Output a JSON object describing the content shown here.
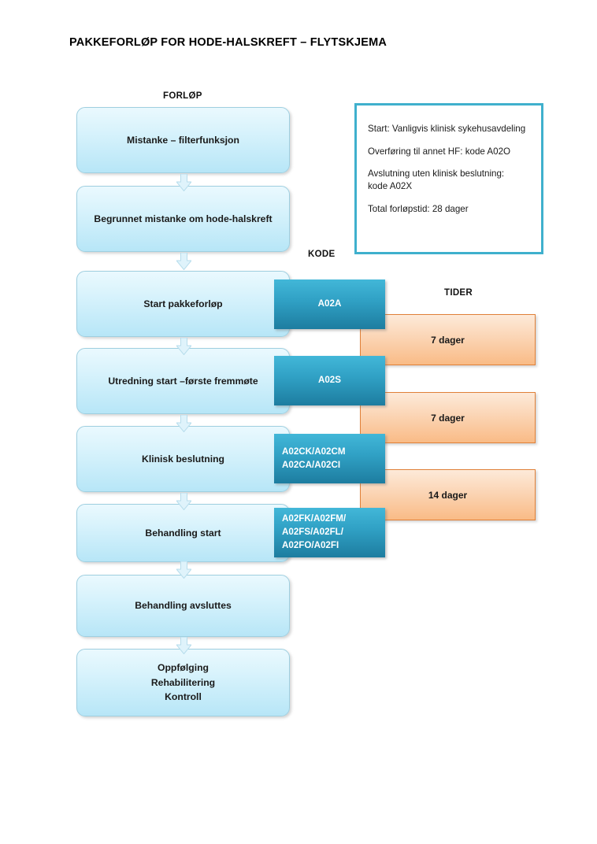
{
  "title": "PAKKEFORLØP FOR HODE-HALSKREFT – FLYTSKJEMA",
  "columns": {
    "forlop": "FORLØP",
    "kode": "KODE",
    "tider": "TIDER"
  },
  "colors": {
    "flow_box_fill_top": "#eaf9fe",
    "flow_box_fill_bottom": "#b7e6f7",
    "flow_box_border": "#9fcfe0",
    "code_box_fill_top": "#42b7d8",
    "code_box_fill_bottom": "#1d7da0",
    "code_box_text": "#ffffff",
    "time_box_fill_top": "#fdead9",
    "time_box_fill_bottom": "#f9bb86",
    "time_box_border": "#e08038",
    "info_box_border": "#3fb0cd",
    "arrow_fill": "#d9f1fa"
  },
  "flow_steps": [
    {
      "label": "Mistanke – filterfunksjon"
    },
    {
      "label": "Begrunnet mistanke om hode-halskreft"
    },
    {
      "label": "Start pakkeforløp"
    },
    {
      "label": "Utredning start –første fremmøte"
    },
    {
      "label": "Klinisk beslutning"
    },
    {
      "label": "Behandling start"
    },
    {
      "label": "Behandling avsluttes"
    },
    {
      "label": "Oppfølging\nRehabilitering\nKontroll"
    }
  ],
  "codes": [
    {
      "label": "A02A",
      "align": "center"
    },
    {
      "label": "A02S",
      "align": "center"
    },
    {
      "label": "A02CK/A02CM\nA02CA/A02CI",
      "align": "left"
    },
    {
      "label": "A02FK/A02FM/\nA02FS/A02FL/\nA02FO/A02FI",
      "align": "left"
    }
  ],
  "times": [
    {
      "label": "7 dager"
    },
    {
      "label": "7 dager"
    },
    {
      "label": "14 dager"
    }
  ],
  "info_box": {
    "lines": [
      "Start: Vanligvis klinisk sykehusavdeling",
      "Overføring til annet HF: kode A02O",
      "Avslutning uten klinisk beslutning:\nkode A02X",
      "Total forløpstid: 28 dager"
    ]
  }
}
